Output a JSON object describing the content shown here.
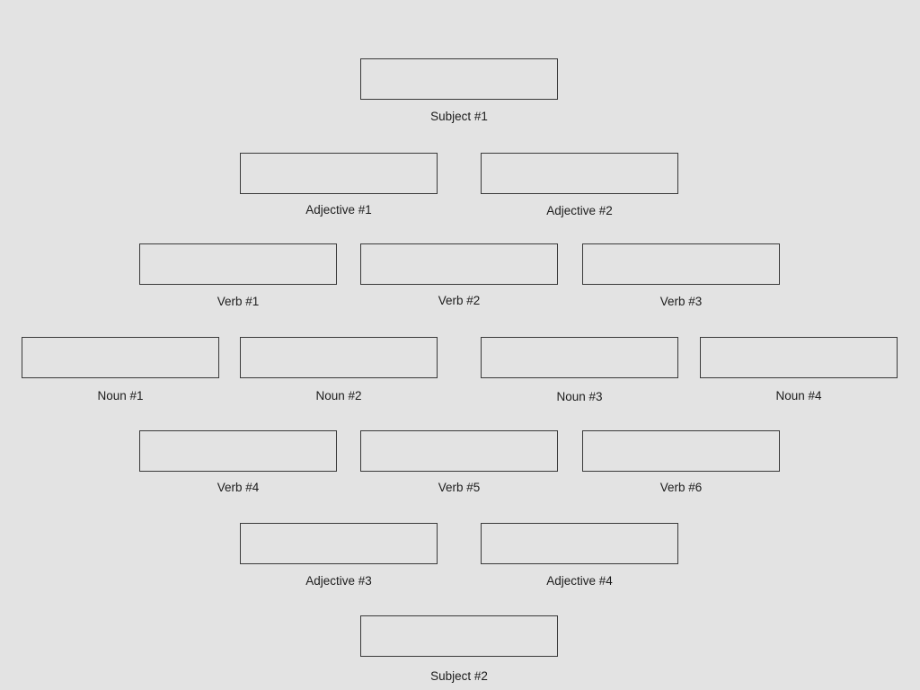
{
  "colors": {
    "background": "#e3e3e3",
    "box_border": "#3a3a3a",
    "label_text": "#1c1c1c"
  },
  "rows": [
    {
      "fields": [
        {
          "label": "Subject #1"
        }
      ]
    },
    {
      "fields": [
        {
          "label": "Adjective #1"
        },
        {
          "label": "Adjective #2"
        }
      ]
    },
    {
      "fields": [
        {
          "label": "Verb #1"
        },
        {
          "label": "Verb #2"
        },
        {
          "label": "Verb #3"
        }
      ]
    },
    {
      "fields": [
        {
          "label": "Noun #1"
        },
        {
          "label": "Noun #2"
        },
        {
          "label": "Noun #3"
        },
        {
          "label": "Noun #4"
        }
      ]
    },
    {
      "fields": [
        {
          "label": "Verb #4"
        },
        {
          "label": "Verb #5"
        },
        {
          "label": "Verb #6"
        }
      ]
    },
    {
      "fields": [
        {
          "label": "Adjective #3"
        },
        {
          "label": "Adjective #4"
        }
      ]
    },
    {
      "fields": [
        {
          "label": "Subject #2"
        }
      ]
    }
  ]
}
